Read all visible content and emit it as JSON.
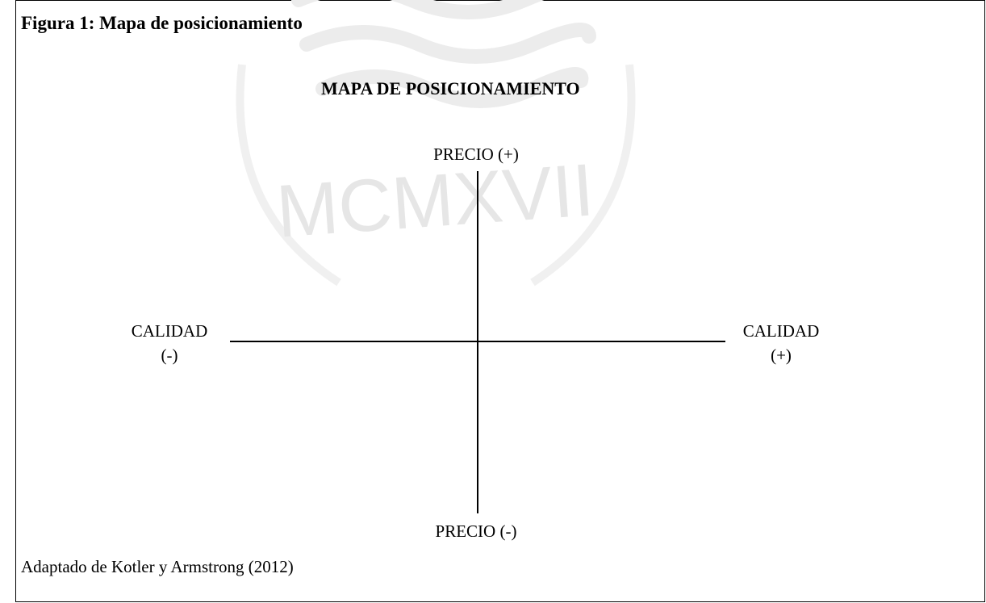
{
  "figure": {
    "caption": "Figura 1: Mapa de posicionamiento",
    "source": "Adaptado de Kotler y Armstrong (2012)"
  },
  "diagram": {
    "title": "MAPA DE POSICIONAMIENTO",
    "y_axis": {
      "top_label": "PRECIO (+)",
      "bottom_label": "PRECIO (-)"
    },
    "x_axis": {
      "left_label_line1": "CALIDAD",
      "left_label_line2": "(-)",
      "right_label_line1": "CALIDAD",
      "right_label_line2": "(+)"
    }
  },
  "watermark": {
    "text": "MCMXVII",
    "color": "#e6e6e6"
  }
}
